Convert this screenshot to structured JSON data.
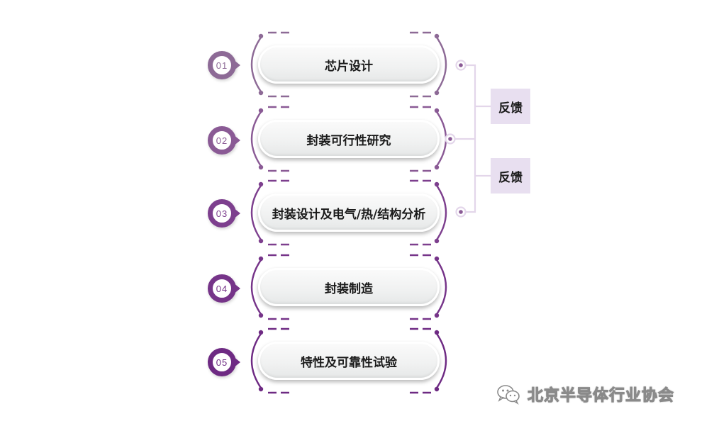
{
  "steps": [
    {
      "num": "01",
      "label": "芯片设计",
      "color": "#8d6a96"
    },
    {
      "num": "02",
      "label": "封装可行性研究",
      "color": "#8a5a95"
    },
    {
      "num": "03",
      "label": "封装设计及电气/热/结构分析",
      "color": "#7d3f8e"
    },
    {
      "num": "04",
      "label": "封装制造",
      "color": "#763489"
    },
    {
      "num": "05",
      "label": "特性及可靠性试验",
      "color": "#6e2a83"
    }
  ],
  "feedback": [
    {
      "label": "反馈"
    },
    {
      "label": "反馈"
    }
  ],
  "colors": {
    "connector": "#e3d6ea",
    "bracket": "#8a5a95",
    "feedback_bg": "#e8dff0"
  },
  "watermark": {
    "icon": "wechat-icon",
    "text": "北京半导体行业协会"
  }
}
